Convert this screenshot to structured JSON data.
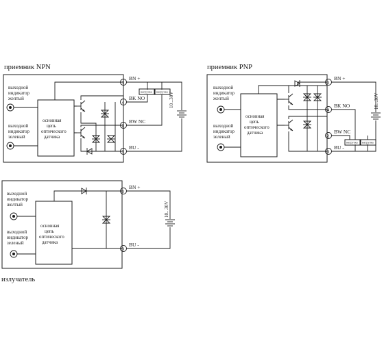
{
  "npn": {
    "title": "приемник NPN",
    "yellow_label": [
      "выходной",
      "индикатор",
      "желтый"
    ],
    "green_label": [
      "выходной",
      "индикатор",
      "зеленый"
    ],
    "core_label": [
      "основная",
      "цепь",
      "оптического",
      "датчика"
    ],
    "pins": [
      {
        "num": "1",
        "label": "BN  +"
      },
      {
        "num": "4",
        "label": "BK  NO"
      },
      {
        "num": "2",
        "label": "BW  NC"
      },
      {
        "num": "3",
        "label": "BU  -"
      }
    ],
    "load1": "нагрузка",
    "load2": "нагрузка",
    "voltage": "10...30V"
  },
  "pnp": {
    "title": "приемник PNP",
    "yellow_label": [
      "выходной",
      "индикатор",
      "желтый"
    ],
    "green_label": [
      "выходной",
      "индикатор",
      "зеленый"
    ],
    "core_label": [
      "основная",
      "цепь",
      "оптического",
      "датчика"
    ],
    "pins": [
      {
        "num": "1",
        "label": "BN  +"
      },
      {
        "num": "4",
        "label": "BK  NO"
      },
      {
        "num": "2",
        "label": "BW  NC"
      },
      {
        "num": "3",
        "label": "BU  -"
      }
    ],
    "load1": "нагрузка",
    "load2": "нагрузка",
    "voltage": "10...30V"
  },
  "emitter": {
    "title": "излучатель",
    "yellow_label": [
      "выходной",
      "индикатор",
      "желтый"
    ],
    "green_label": [
      "выходной",
      "индикатор",
      "зеленый"
    ],
    "core_label": [
      "основная",
      "цепь",
      "оптического",
      "датчика"
    ],
    "pins": [
      {
        "num": "1",
        "label": "BN  +"
      },
      {
        "num": "3",
        "label": "BU  -"
      }
    ],
    "voltage": "10...30V"
  }
}
